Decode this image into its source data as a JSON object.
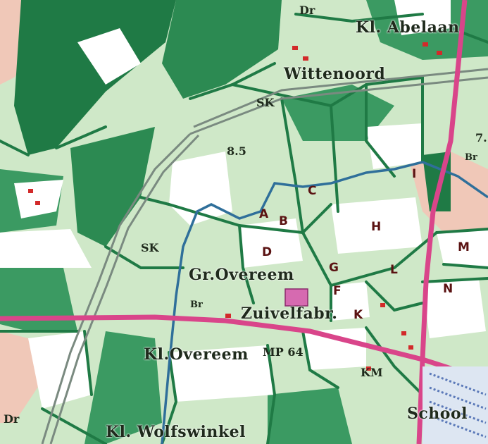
{
  "map": {
    "place_labels": {
      "kl_abelaan": "Kl. Abelaan",
      "wittenoord": "Wittenoord",
      "gr_overeem": "Gr.Overeem",
      "zuivelfabr": "Zuivelfabr.",
      "kl_overeem": "Kl.Overeem",
      "kl_wolfswinkel": "Kl. Wolfswinkel",
      "school": "School"
    },
    "abbreviations": {
      "dr_top": "Dr",
      "dr_left": "Dr",
      "sk_top": "SK",
      "sk_mid": "SK",
      "br_left": "Br",
      "br_right": "Br",
      "km": "KM",
      "mp64": "MP 64"
    },
    "elevations": {
      "e85": "8.5",
      "e7": "7."
    },
    "plot_labels": [
      "A",
      "B",
      "C",
      "D",
      "F",
      "G",
      "H",
      "I",
      "K",
      "L",
      "M",
      "N"
    ],
    "colors": {
      "forest": "#1f7a45",
      "meadow": "#8cc79a",
      "field": "#ffffff",
      "heath": "#f0c8b8",
      "main_road": "#d9458a",
      "stream": "#2f6f9a",
      "plot_label": "#5a1212"
    }
  }
}
